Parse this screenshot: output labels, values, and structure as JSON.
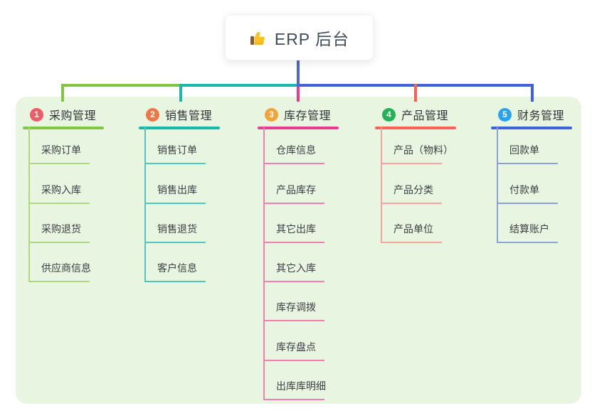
{
  "root": {
    "label": "ERP 后台",
    "icon": "thumbs-up-icon"
  },
  "colors": {
    "root_line": "#5066cf",
    "panel_bg": "#e8f6e1",
    "card_bg": "#ffffff",
    "title_text": "#33343a",
    "child_text": "#3c3f45"
  },
  "branches": [
    {
      "badge": "1",
      "label": "采购管理",
      "colors": {
        "badge": "#f15b68",
        "main": "#83c440",
        "light": "#acd880"
      },
      "children": [
        "采购订单",
        "采购入库",
        "采购退货",
        "供应商信息"
      ]
    },
    {
      "badge": "2",
      "label": "销售管理",
      "colors": {
        "badge": "#ef7747",
        "main": "#17b8ae",
        "light": "#4fc7bd"
      },
      "children": [
        "销售订单",
        "销售出库",
        "销售退货",
        "客户信息"
      ]
    },
    {
      "badge": "3",
      "label": "库存管理",
      "colors": {
        "badge": "#f0a43b",
        "main": "#e93b90",
        "light": "#f27eb5"
      },
      "children": [
        "仓库信息",
        "产品库存",
        "其它出库",
        "其它入库",
        "库存调拨",
        "库存盘点",
        "出库库明细"
      ]
    },
    {
      "badge": "4",
      "label": "产品管理",
      "colors": {
        "badge": "#24b158",
        "main": "#f8615a",
        "light": "#faa29c"
      },
      "children": [
        "产品（物料）",
        "产品分类",
        "产品单位"
      ]
    },
    {
      "badge": "5",
      "label": "财务管理",
      "colors": {
        "badge": "#2aa3ee",
        "main": "#3e63d8",
        "light": "#8ba1da"
      },
      "children": [
        "回款单",
        "付款单",
        "结算账户"
      ]
    }
  ]
}
